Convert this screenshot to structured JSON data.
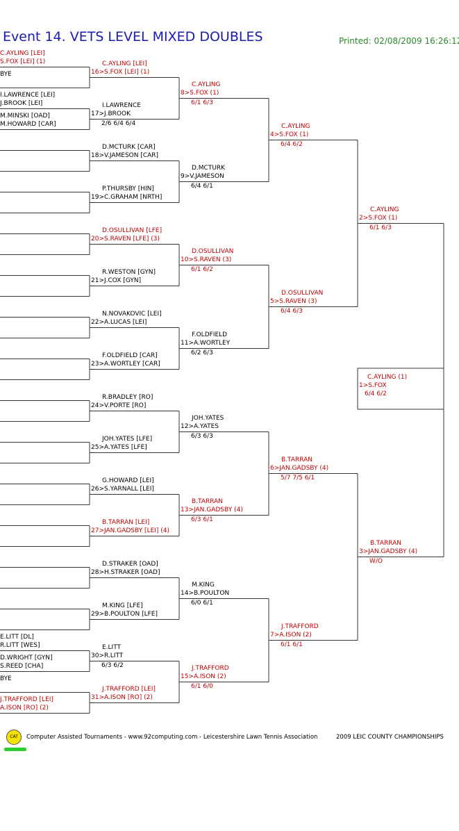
{
  "header": {
    "title": "Event 14. VETS LEVEL MIXED DOUBLES",
    "printed": "Printed: 02/08/2009 16:26:12"
  },
  "round1": [
    {
      "p1": "C.AYLING [LEI]",
      "p2": "S.FOX [LEI] (1)",
      "red": true
    },
    {
      "p1": "BYE",
      "p2": "",
      "red": false
    },
    {
      "p1": "I.LAWRENCE [LEI]",
      "p2": "J.BROOK [LEI]",
      "red": false
    },
    {
      "p1": "M.MINSKI [OAD]",
      "p2": "M.HOWARD [CAR]",
      "red": false
    },
    {
      "p1": "",
      "p2": "",
      "red": false
    },
    {
      "p1": "",
      "p2": "",
      "red": false
    },
    {
      "p1": "",
      "p2": "",
      "red": false
    },
    {
      "p1": "",
      "p2": "",
      "red": false
    },
    {
      "p1": "",
      "p2": "",
      "red": false
    },
    {
      "p1": "",
      "p2": "",
      "red": false
    },
    {
      "p1": "",
      "p2": "",
      "red": false
    },
    {
      "p1": "",
      "p2": "",
      "red": false
    },
    {
      "p1": "",
      "p2": "",
      "red": false
    },
    {
      "p1": "",
      "p2": "",
      "red": false
    },
    {
      "p1": "",
      "p2": "",
      "red": false
    },
    {
      "p1": "",
      "p2": "",
      "red": false
    },
    {
      "p1": "",
      "p2": "",
      "red": false
    },
    {
      "p1": "",
      "p2": "",
      "red": false
    },
    {
      "p1": "",
      "p2": "",
      "red": false
    },
    {
      "p1": "",
      "p2": "",
      "red": false
    },
    {
      "p1": "",
      "p2": "",
      "red": false
    },
    {
      "p1": "",
      "p2": "",
      "red": false
    },
    {
      "p1": "",
      "p2": "",
      "red": false
    },
    {
      "p1": "",
      "p2": "",
      "red": false
    },
    {
      "p1": "",
      "p2": "",
      "red": false
    },
    {
      "p1": "",
      "p2": "",
      "red": false
    },
    {
      "p1": "",
      "p2": "",
      "red": false
    },
    {
      "p1": "",
      "p2": "",
      "red": false
    },
    {
      "p1": "E.LITT [DL]",
      "p2": "R.LITT [WES]",
      "red": false
    },
    {
      "p1": "D.WRIGHT [GYN]",
      "p2": "S.REED [CHA]",
      "red": false
    },
    {
      "p1": "BYE",
      "p2": "",
      "red": false
    },
    {
      "p1": "J.TRAFFORD [LEI]",
      "p2": "A.ISON [RO] (2)",
      "red": true
    }
  ],
  "round2": [
    {
      "p1": "C.AYLING [LEI]",
      "p2": "16>S.FOX [LEI] (1)",
      "score": "",
      "red": true
    },
    {
      "p1": "I.LAWRENCE",
      "p2": "17>J.BROOK",
      "score": "2/6 6/4 6/4",
      "red": false
    },
    {
      "p1": "D.MCTURK [CAR]",
      "p2": "18>V.JAMESON [CAR]",
      "score": "",
      "red": false
    },
    {
      "p1": "P.THURSBY [HIN]",
      "p2": "19>C.GRAHAM [NRTH]",
      "score": "",
      "red": false
    },
    {
      "p1": "D.OSULLIVAN [LFE]",
      "p2": "20>S.RAVEN [LFE] (3)",
      "score": "",
      "red": true
    },
    {
      "p1": "R.WESTON [GYN]",
      "p2": "21>J.COX [GYN]",
      "score": "",
      "red": false
    },
    {
      "p1": "N.NOVAKOVIC [LEI]",
      "p2": "22>A.LUCAS [LEI]",
      "score": "",
      "red": false
    },
    {
      "p1": "F.OLDFIELD [CAR]",
      "p2": "23>A.WORTLEY [CAR]",
      "score": "",
      "red": false
    },
    {
      "p1": "R.BRADLEY [RO]",
      "p2": "24>V.PORTE [RO]",
      "score": "",
      "red": false
    },
    {
      "p1": "JOH.YATES [LFE]",
      "p2": "25>A.YATES [LFE]",
      "score": "",
      "red": false
    },
    {
      "p1": "G.HOWARD [LEI]",
      "p2": "26>S.YARNALL [LEI]",
      "score": "",
      "red": false
    },
    {
      "p1": "B.TARRAN [LEI]",
      "p2": "27>JAN.GADSBY [LEI] (4)",
      "score": "",
      "red": true
    },
    {
      "p1": "D.STRAKER [OAD]",
      "p2": "28>H.STRAKER [OAD]",
      "score": "",
      "red": false
    },
    {
      "p1": "M.KING [LFE]",
      "p2": "29>B.POULTON [LFE]",
      "score": "",
      "red": false
    },
    {
      "p1": "E.LITT",
      "p2": "30>R.LITT",
      "score": "6/3 6/2",
      "red": false
    },
    {
      "p1": "J.TRAFFORD [LEI]",
      "p2": "31>A.ISON [RO] (2)",
      "score": "",
      "red": true
    }
  ],
  "round3": [
    {
      "p1": "C.AYLING",
      "p2": "8>S.FOX (1)",
      "score": "6/1 6/3",
      "red": true
    },
    {
      "p1": "D.MCTURK",
      "p2": "9>V.JAMESON",
      "score": "6/4 6/1",
      "red": false
    },
    {
      "p1": "D.OSULLIVAN",
      "p2": "10>S.RAVEN (3)",
      "score": "6/1 6/2",
      "red": true
    },
    {
      "p1": "F.OLDFIELD",
      "p2": "11>A.WORTLEY",
      "score": "6/2 6/3",
      "red": false
    },
    {
      "p1": "JOH.YATES",
      "p2": "12>A.YATES",
      "score": "6/3 6/3",
      "red": false
    },
    {
      "p1": "B.TARRAN",
      "p2": "13>JAN.GADSBY (4)",
      "score": "6/3 6/1",
      "red": true
    },
    {
      "p1": "M.KING",
      "p2": "14>B.POULTON",
      "score": "6/0 6/1",
      "red": false
    },
    {
      "p1": "J.TRAFFORD",
      "p2": "15>A.ISON (2)",
      "score": "6/1 6/0",
      "red": true
    }
  ],
  "round4": [
    {
      "p1": "C.AYLING",
      "p2": "4>S.FOX (1)",
      "score": "6/4 6/2",
      "red": true
    },
    {
      "p1": "D.OSULLIVAN",
      "p2": "5>S.RAVEN (3)",
      "score": "6/4 6/3",
      "red": true
    },
    {
      "p1": "B.TARRAN",
      "p2": "6>JAN.GADSBY (4)",
      "score": "5/7 7/5 6/1",
      "red": true
    },
    {
      "p1": "J.TRAFFORD",
      "p2": "7>A.ISON (2)",
      "score": "6/1 6/1",
      "red": true
    }
  ],
  "round5": [
    {
      "p1": "C.AYLING",
      "p2": "2>S.FOX (1)",
      "score": "6/1 6/3",
      "red": true
    },
    {
      "p1": "B.TARRAN",
      "p2": "3>JAN.GADSBY (4)",
      "score": "W/O",
      "red": true
    }
  ],
  "final": {
    "p1": "C.AYLING (1)",
    "p2": "1>S.FOX",
    "score": "6/4 6/2",
    "red": true
  },
  "footer": {
    "logo": "CAT",
    "text": "Computer Assisted Tournaments - www.92computing.com -  Leicestershire Lawn Tennis Association",
    "right": "2009 LEIC COUNTY CHAMPIONSHIPS"
  }
}
